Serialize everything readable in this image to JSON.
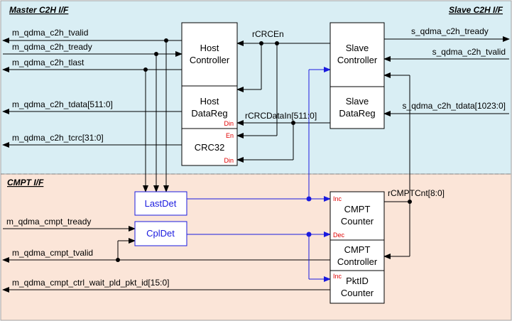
{
  "sections": {
    "master": "Master C2H I/F",
    "slave": "Slave C2H I/F",
    "cmpt": "CMPT I/F"
  },
  "blocks": {
    "host_controller": [
      "Host",
      "Controller"
    ],
    "host_datareg": [
      "Host",
      "DataReg"
    ],
    "crc32": "CRC32",
    "slave_controller": [
      "Slave",
      "Controller"
    ],
    "slave_datareg": [
      "Slave",
      "DataReg"
    ],
    "lastdet": "LastDet",
    "cpldet": "CplDet",
    "cmpt_counter": [
      "CMPT",
      "Counter"
    ],
    "cmpt_controller": [
      "CMPT",
      "Controller"
    ],
    "pktid_counter": [
      "PktID",
      "Counter"
    ]
  },
  "pins": {
    "din": "Din",
    "en": "En",
    "inc": "Inc",
    "dec": "Dec"
  },
  "signals": {
    "m_tvalid": "m_qdma_c2h_tvalid",
    "m_tready": "m_qdma_c2h_tready",
    "m_tlast": "m_qdma_c2h_tlast",
    "m_tdata": "m_qdma_c2h_tdata[511:0]",
    "m_tcrc": "m_qdma_c2h_tcrc[31:0]",
    "s_tready": "s_qdma_c2h_tready",
    "s_tvalid": "s_qdma_c2h_tvalid",
    "s_tdata": "s_qdma_c2h_tdata[1023:0]",
    "rcrcen": "rCRCEn",
    "rcrcdatain": "rCRCDataIn[511:0]",
    "rcmptcnt": "rCMPTCnt[8:0]",
    "cmpt_tready": "m_qdma_cmpt_tready",
    "cmpt_tvalid": "m_qdma_cmpt_tvalid",
    "cmpt_pktid": "m_qdma_cmpt_ctrl_wait_pld_pkt_id[15:0]"
  },
  "colors": {
    "top_region": "#d9eef4",
    "bottom_region": "#fbe5d8",
    "wire": "#000000",
    "blue_wire": "#1a1adf",
    "pin_label": "#e00000"
  }
}
